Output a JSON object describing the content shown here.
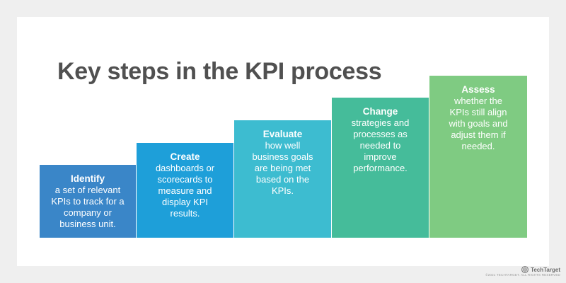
{
  "title": "Key steps in the KPI process",
  "steps": [
    {
      "heading": "Identify",
      "body": "a set of relevant KPIs to track for a company or business unit.",
      "color": "#3a86c8"
    },
    {
      "heading": "Create",
      "body": "dashboards or scorecards to measure and display KPI results.",
      "color": "#1e9fd9"
    },
    {
      "heading": "Evaluate",
      "body": "how well business goals are being met based on the KPIs.",
      "color": "#3dbcd0"
    },
    {
      "heading": "Change",
      "body": "strategies and processes as needed to improve performance.",
      "color": "#45bc9a"
    },
    {
      "heading": "Assess",
      "body": "whether the KPIs still align with goals and adjust them if needed.",
      "color": "#7fcb82"
    }
  ],
  "footer": {
    "copyright": "©2021 TECHTARGET. ALL RIGHTS RESERVED",
    "brand": "TechTarget"
  }
}
